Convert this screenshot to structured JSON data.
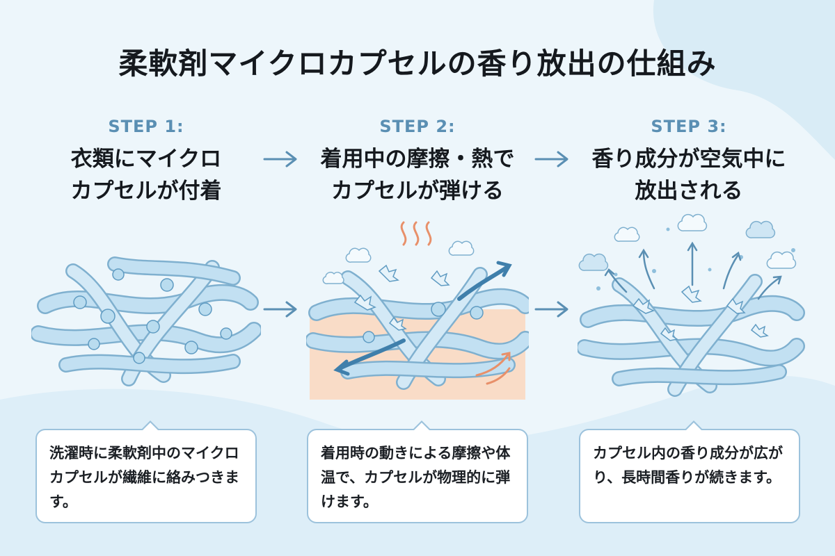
{
  "title": "柔軟剤マイクロカプセルの香り放出の仕組み",
  "steps": [
    {
      "label": "STEP 1:",
      "heading": "衣類にマイクロ\nカプセルが付着",
      "description": "洗濯時に柔軟剤中のマイクロカプセルが繊維に絡みつきます。"
    },
    {
      "label": "STEP 2:",
      "heading": "着用中の摩擦・熱で\nカプセルが弾ける",
      "description": "着用時の動きによる摩擦や体温で、カプセルが物理的に弾けます。"
    },
    {
      "label": "STEP 3:",
      "heading": "香り成分が空気中に\n放出される",
      "description": "カプセル内の香り成分が広がり、長時間香りが続きます。"
    }
  ],
  "colors": {
    "background": "#edf6fb",
    "step_label": "#5a8fb3",
    "fiber": "#c2e0f2",
    "fiber_outline": "#7fb0cf",
    "capsule": "#b9dcef",
    "skin": "#f9dcc7",
    "heat": "#e8906a",
    "motion_arrow": "#3f7fab",
    "bubble_border": "#9cc2dc"
  },
  "icons": [
    "arrow-right-icon",
    "heat-wave-icon",
    "scent-cloud-icon",
    "motion-arrow-icon"
  ]
}
